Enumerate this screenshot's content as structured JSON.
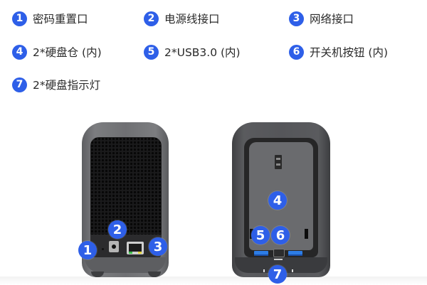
{
  "legend": [
    {
      "num": "1",
      "label": "密码重置口"
    },
    {
      "num": "2",
      "label": "电源线接口"
    },
    {
      "num": "3",
      "label": "网络接口"
    },
    {
      "num": "4",
      "label": "2*硬盘仓 (内)"
    },
    {
      "num": "5",
      "label": "2*USB3.0 (内)"
    },
    {
      "num": "6",
      "label": "开关机按钮 (内)"
    },
    {
      "num": "7",
      "label": "2*硬盘指示灯"
    }
  ],
  "back_device": {
    "markers": [
      "1",
      "2",
      "3"
    ]
  },
  "front_device": {
    "markers": [
      "4",
      "5",
      "6",
      "7"
    ]
  },
  "colors": {
    "badge": "#2e5fe8",
    "usb_port": "#2d7de6",
    "device_shell": "#6f7073"
  }
}
